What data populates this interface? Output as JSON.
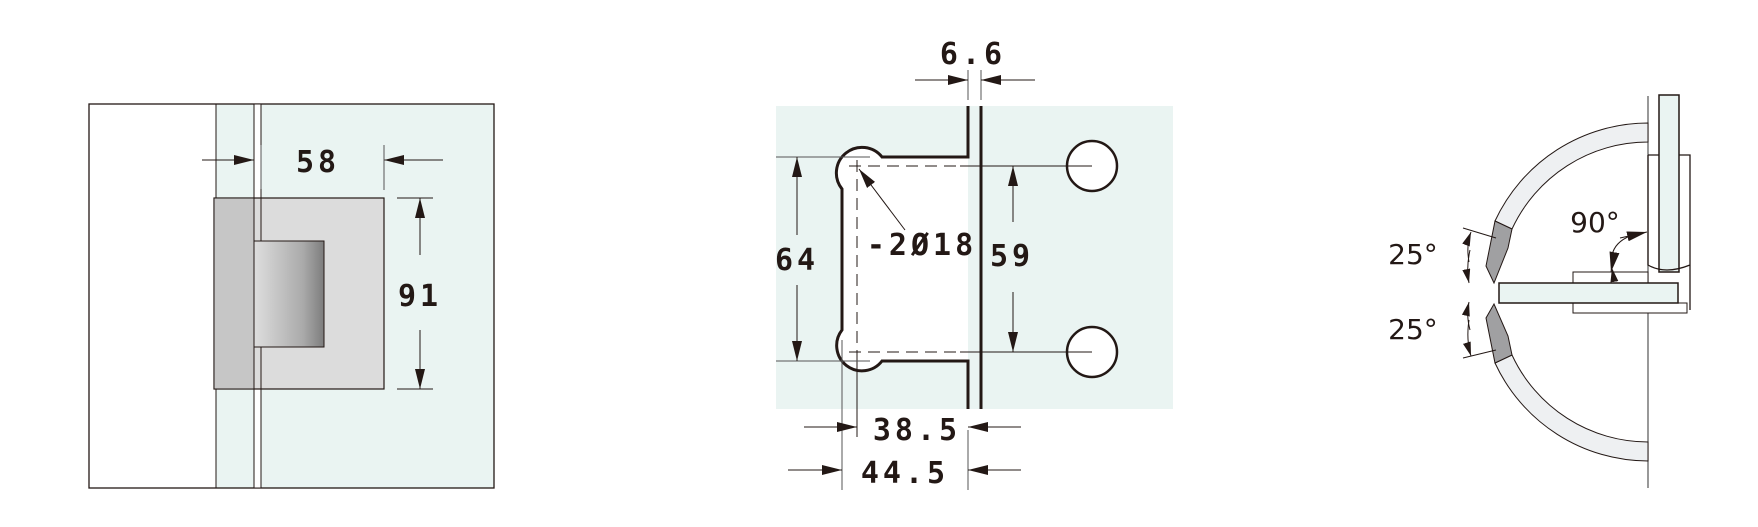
{
  "front_view": {
    "width_label": "58",
    "height_label": "91"
  },
  "plan_view": {
    "top_gap_label": "6.6",
    "left_height_label": "64",
    "hole_label": "-2Ø18",
    "right_height_label": "59",
    "inner_width_label": "38.5",
    "outer_width_label": "44.5"
  },
  "rotation_view": {
    "upper_angle_label": "25°",
    "lower_angle_label": "25°",
    "right_angle_label": "90°"
  },
  "colors": {
    "glass": "#eaf4f2",
    "plate": "#dcdcdc",
    "plate_dark": "#c6c6c6",
    "line": "#231815",
    "tip": "#a0a0a2",
    "door": "#eef0f2"
  }
}
